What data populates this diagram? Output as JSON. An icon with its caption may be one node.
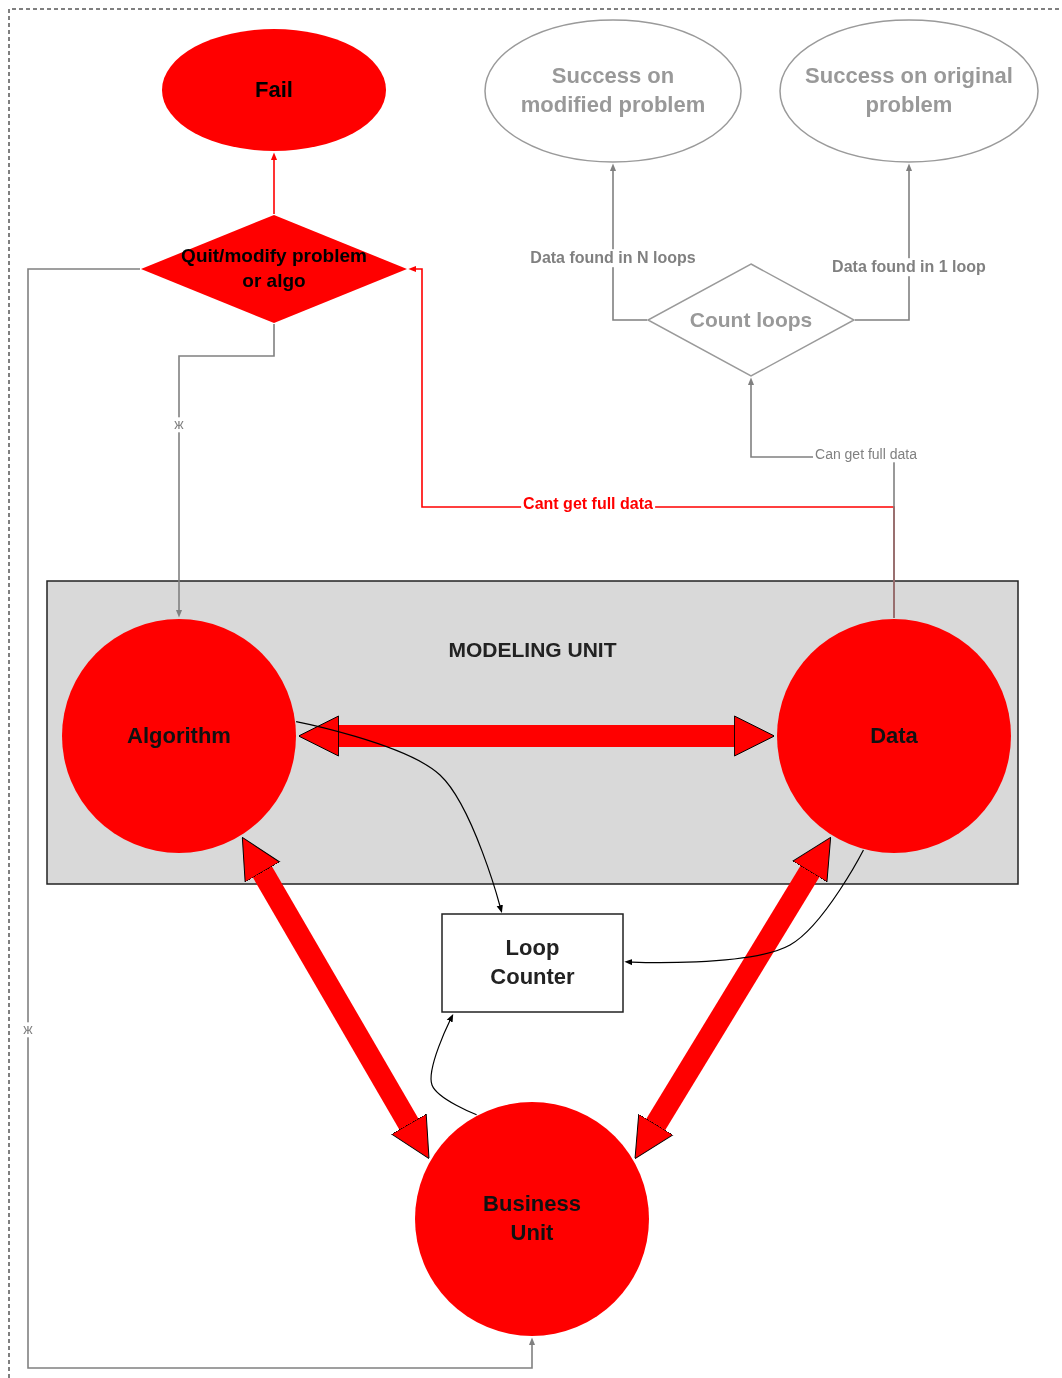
{
  "diagram": {
    "nodes": [
      {
        "text": [
          "Fail"
        ]
      },
      {
        "text": [
          "Quit/modify problem or algo"
        ]
      },
      {
        "text": [
          "Success on modified problem"
        ]
      },
      {
        "text": [
          "Success on original problem"
        ]
      },
      {
        "text": [
          "Count loops"
        ]
      },
      {
        "text": [
          "MODELING UNIT"
        ]
      },
      {
        "text": [
          "Algorithm"
        ],
        "in": 5
      },
      {
        "text": [
          "Data"
        ],
        "in": 5
      },
      {
        "text": [
          "Loop Counter"
        ]
      },
      {
        "text": [
          "Business Unit"
        ]
      }
    ],
    "edges": [
      {
        "from": 1,
        "to": 0,
        "arrow": "to",
        "color": "#ff0000"
      },
      {
        "from": 1,
        "to": 6,
        "arrow": "to",
        "label": "ж",
        "color": "#808080"
      },
      {
        "from": 1,
        "to": 9,
        "arrow": "to",
        "label": "ж",
        "color": "#808080"
      },
      {
        "from": 7,
        "to": 1,
        "arrow": "to",
        "label": "Cant get full data",
        "color": "#ff0000"
      },
      {
        "from": 7,
        "to": 4,
        "arrow": "to",
        "label": "Can get full data",
        "color": "#808080"
      },
      {
        "from": 4,
        "to": 2,
        "arrow": "to",
        "label": "Data found in N loops",
        "color": "#808080"
      },
      {
        "from": 4,
        "to": 3,
        "arrow": "to",
        "label": "Data found in 1 loop",
        "color": "#808080"
      },
      {
        "from": 6,
        "to": 7,
        "arrow": "both",
        "style": "thick",
        "color": "#ff0000"
      },
      {
        "from": 6,
        "to": 9,
        "arrow": "both",
        "style": "thick",
        "color": "#ff0000"
      },
      {
        "from": 7,
        "to": 9,
        "arrow": "both",
        "style": "thick",
        "color": "#ff0000"
      },
      {
        "from": 6,
        "to": 8,
        "arrow": "to",
        "color": "#000000"
      },
      {
        "from": 7,
        "to": 8,
        "arrow": "to",
        "color": "#000000"
      },
      {
        "from": 9,
        "to": 8,
        "arrow": "to",
        "color": "#000000"
      }
    ]
  }
}
